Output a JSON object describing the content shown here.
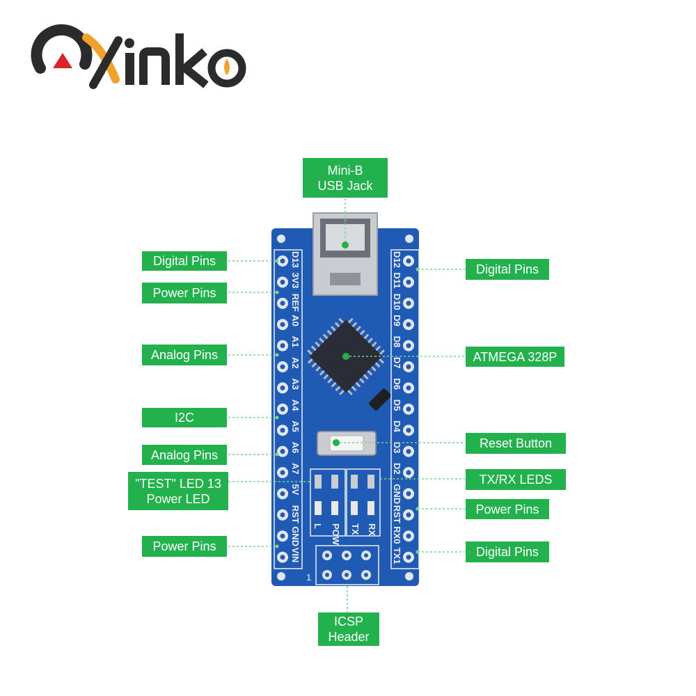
{
  "brand": {
    "logo_text": "eXinko",
    "colors": {
      "primary": "#2b2b2b",
      "accent": "#f2a22c",
      "red": "#d8262b"
    }
  },
  "board": {
    "color": "#1f5bb5",
    "pcb_label_color": "#f0f0f0"
  },
  "labels": {
    "usb": "Mini-B\nUSB Jack",
    "digital_left": "Digital Pins",
    "power_left_top": "Power Pins",
    "analog_left_top": "Analog Pins",
    "i2c": "I2C",
    "analog_left_bottom": "Analog Pins",
    "test_led": "\"TEST\" LED 13\nPower LED",
    "power_left_bottom": "Power Pins",
    "digital_right_top": "Digital Pins",
    "atmega": "ATMEGA 328P",
    "reset": "Reset Button",
    "txrx": "TX/RX LEDS",
    "power_right": "Power Pins",
    "digital_right_bottom": "Digital Pins",
    "icsp": "ICSP\nHeader"
  },
  "pin_labels_left": [
    "D13",
    "3V3",
    "REF",
    "A0",
    "A1",
    "A2",
    "A3",
    "A4",
    "A5",
    "A6",
    "A7",
    "5V",
    "RST",
    "GND",
    "VIN"
  ],
  "pin_labels_right": [
    "D12",
    "D11",
    "D10",
    "D9",
    "D8",
    "D7",
    "D6",
    "D5",
    "D4",
    "D3",
    "D2",
    "GND",
    "RST",
    "RX0",
    "TX1"
  ],
  "led_labels": [
    "L",
    "POW",
    "TX",
    "RX"
  ],
  "icsp_pin1": "1",
  "label_color": "#22b14c"
}
